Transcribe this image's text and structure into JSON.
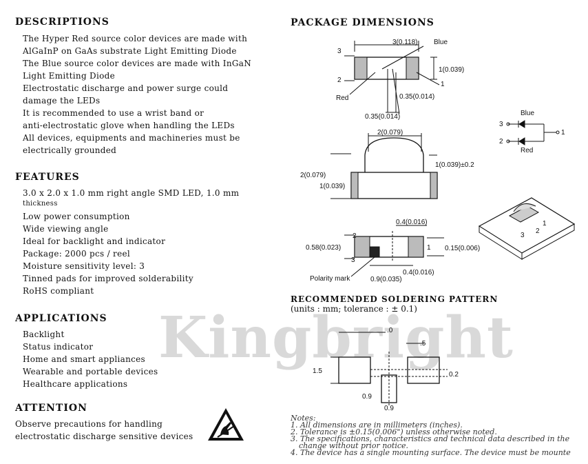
{
  "descriptions": {
    "heading": "DESCRIPTIONS",
    "lines": [
      "The Hyper Red source color devices are made with",
      "AlGaInP on GaAs substrate Light Emitting Diode",
      "The Blue source color devices are made with InGaN",
      "Light Emitting Diode",
      "Electrostatic discharge and power surge could",
      "damage the LEDs",
      "It is recommended to use a wrist band or",
      "anti-electrostatic glove when handling the LEDs",
      "All devices, equipments and machineries must be",
      "electrically grounded"
    ]
  },
  "features": {
    "heading": "FEATURES",
    "line1": "3.0 x 2.0 x 1.0 mm right angle SMD LED, 1.0 mm",
    "line1b": "thickness",
    "lines": [
      "Low power consumption",
      "Wide viewing angle",
      "Ideal for backlight and indicator",
      "Package: 2000 pcs / reel",
      "Moisture sensitivity level: 3",
      "Tinned pads for improved solderability",
      "RoHS compliant"
    ]
  },
  "applications": {
    "heading": "APPLICATIONS",
    "lines": [
      "Backlight",
      "Status indicator",
      "Home and smart appliances",
      "Wearable and portable devices",
      "Healthcare applications"
    ]
  },
  "attention": {
    "heading": "ATTENTION",
    "lines": [
      "Observe precautions for handling",
      "electrostatic discharge sensitive devices"
    ]
  },
  "package": {
    "heading": "PACKAGE DIMENSIONS",
    "top_dim": "3(0.118)",
    "blue": "Blue",
    "pin3": "3",
    "pin2": "2",
    "pin1": "1",
    "height": "1(0.039)",
    "red": "Red",
    "d035a": "0.35(0.014)",
    "d035b": "0.35(0.014)",
    "mid_top": "2(0.079)",
    "mid_right": "1(0.039)±0.2",
    "mid_left1": "2(0.079)",
    "mid_left2": "1(0.039)",
    "bot_04a": "0.4(0.016)",
    "bot_058": "0.58(0.023)",
    "bot_1": "1",
    "bot_015": "0.15(0.006)",
    "bot_2": "2",
    "bot_3": "3",
    "polarity": "Polarity mark",
    "bot_09": "0.9(0.035)",
    "bot_04b": "0.4(0.016)"
  },
  "circuit": {
    "blue": "Blue",
    "red": "Red",
    "p3": "3",
    "p2": "2",
    "p1": "1"
  },
  "iso": {
    "p3": "3",
    "p2": "2",
    "p1": "1"
  },
  "soldering": {
    "heading": "RECOMMENDED SOLDERING PATTERN",
    "sub": "(units : mm; tolerance : ± 0.1)",
    "d0": ".0",
    "d5": ".5",
    "d15": "1.5",
    "d02": "0.2",
    "d09a": "0.9",
    "d09b": "0.9"
  },
  "watermark": "Kingbright",
  "notes": {
    "title": "Notes:",
    "lines": [
      "1. All dimensions are in millimeters (inches).",
      "2. Tolerance is ±0.15(0.006\") unless otherwise noted.",
      "3. The specifications, characteristics and technical data described in the",
      "   change without prior notice.",
      "4. The device has a single mounting surface. The device must be mounte"
    ]
  }
}
